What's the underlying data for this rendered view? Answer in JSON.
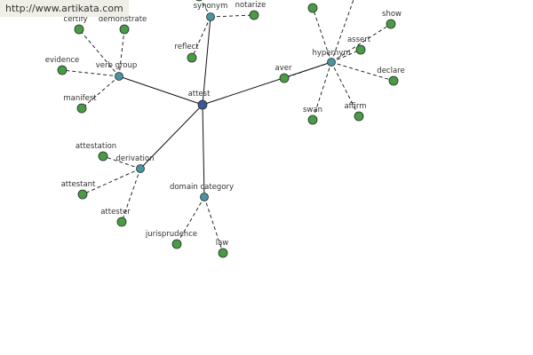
{
  "watermark": "http://www.artikata.com",
  "colors": {
    "center": "#3b559c",
    "relation": "#4a93a0",
    "leaf": "#4b9a47",
    "outline": "#1f2f1f",
    "edge": "#111111"
  },
  "graph": {
    "center": {
      "id": "attest",
      "label": "attest"
    },
    "relations": [
      {
        "id": "synonym",
        "label": "synonym",
        "leaves": [
          {
            "id": "syn-top",
            "label": ""
          },
          {
            "id": "notarize",
            "label": "notarize"
          },
          {
            "id": "reflect",
            "label": "reflect"
          }
        ]
      },
      {
        "id": "verb-group",
        "label": "verb group",
        "leaves": [
          {
            "id": "certify",
            "label": "certify"
          },
          {
            "id": "demonstrate",
            "label": "demonstrate"
          },
          {
            "id": "evidence",
            "label": "evidence"
          },
          {
            "id": "manifest",
            "label": "manifest"
          }
        ]
      },
      {
        "id": "hypernym",
        "label": "hypernym",
        "leaves": [
          {
            "id": "hyp-top1",
            "label": ""
          },
          {
            "id": "hyp-top2",
            "label": ""
          },
          {
            "id": "show",
            "label": "show"
          },
          {
            "id": "assert",
            "label": "assert"
          },
          {
            "id": "declare",
            "label": "declare"
          },
          {
            "id": "affirm",
            "label": "affirm"
          },
          {
            "id": "swan",
            "label": "swan"
          },
          {
            "id": "aver",
            "label": "aver"
          }
        ]
      },
      {
        "id": "derivation",
        "label": "derivation",
        "leaves": [
          {
            "id": "attestation",
            "label": "attestation"
          },
          {
            "id": "attestant",
            "label": "attestant"
          },
          {
            "id": "attester",
            "label": "attester"
          }
        ]
      },
      {
        "id": "domain-category",
        "label": "domain category",
        "leaves": [
          {
            "id": "jurisprudence",
            "label": "jurisprudence"
          },
          {
            "id": "law",
            "label": "law"
          }
        ]
      }
    ]
  }
}
